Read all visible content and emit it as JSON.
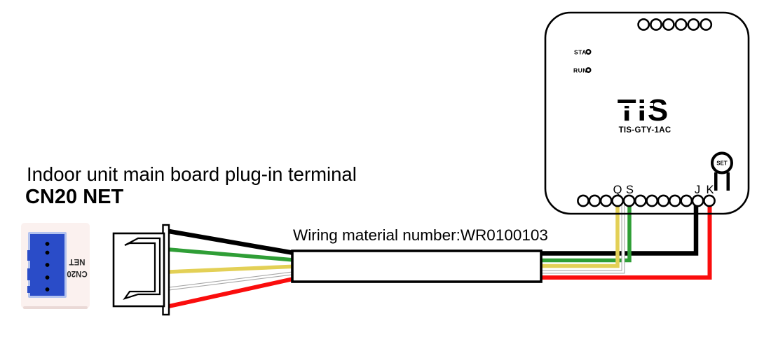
{
  "left_terminal": {
    "title": "Indoor unit main board plug-in terminal",
    "subtitle": "CN20 NET",
    "silkscreen_top": "NET",
    "silkscreen_bottom": "CN20",
    "pin_count": 5
  },
  "cable": {
    "label": "Wiring material number:WR0100103"
  },
  "module": {
    "logo": "TIS",
    "model": "TIS-GTY-1AC",
    "led_sta": "STA",
    "led_run": "RUN",
    "set_button": "SET",
    "terminal_q": "Q",
    "terminal_s": "S",
    "terminal_j": "J",
    "terminal_k": "K",
    "top_holes": 6,
    "bottom_holes": 12
  },
  "wires": {
    "black": {
      "color": "#000000",
      "to_terminal": "J"
    },
    "green": {
      "color": "#2f9e36",
      "to_terminal": "S"
    },
    "yellow": {
      "color": "#e3d056",
      "to_terminal": "Q"
    },
    "white": {
      "color": "#ffffff",
      "outline": "#a8a8a8",
      "to_terminal": "between Q and S"
    },
    "red": {
      "color": "#fa0d0d",
      "to_terminal": "K"
    }
  },
  "colors": {
    "board_bg": "#fbf1ef",
    "board_shadow": "#ead9d6",
    "connector_blue": "#2a4cc8",
    "connector_blue_light": "#b3c3ef",
    "outline": "#000000"
  }
}
